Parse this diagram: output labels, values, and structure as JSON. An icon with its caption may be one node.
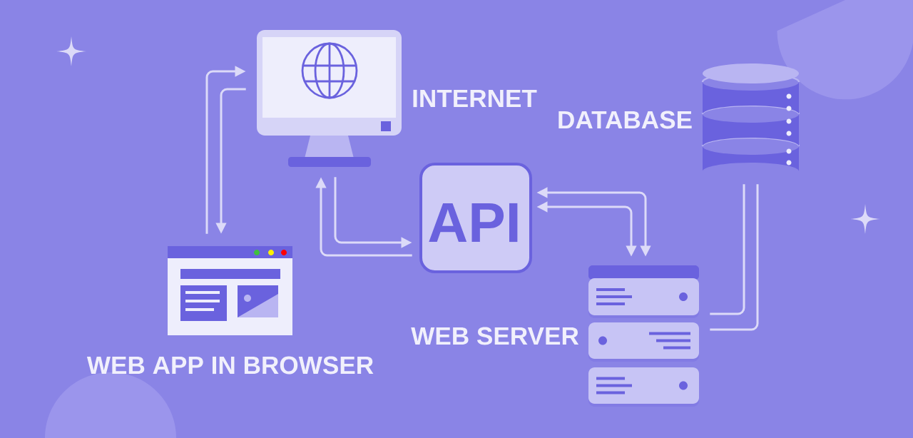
{
  "diagram": {
    "nodes": [
      {
        "text": [
          "INTERNET"
        ]
      },
      {
        "text": [
          "DATABASE"
        ]
      },
      {
        "text": [
          "API"
        ]
      },
      {
        "text": [
          "WEB APP IN BROWSER"
        ]
      },
      {
        "text": [
          "WEB SERVER"
        ]
      }
    ],
    "edges": [
      {
        "from": 3,
        "to": 0,
        "arrow": "to"
      },
      {
        "from": 0,
        "to": 3,
        "arrow": "to"
      },
      {
        "from": 2,
        "to": 0,
        "arrow": "to"
      },
      {
        "from": 0,
        "to": 2,
        "arrow": "to"
      },
      {
        "from": 2,
        "to": 4,
        "arrow": "both"
      },
      {
        "from": 2,
        "to": 4,
        "arrow": "both"
      },
      {
        "from": 1,
        "to": 4,
        "arrow": "none"
      },
      {
        "from": 1,
        "to": 4,
        "arrow": "none"
      }
    ]
  }
}
